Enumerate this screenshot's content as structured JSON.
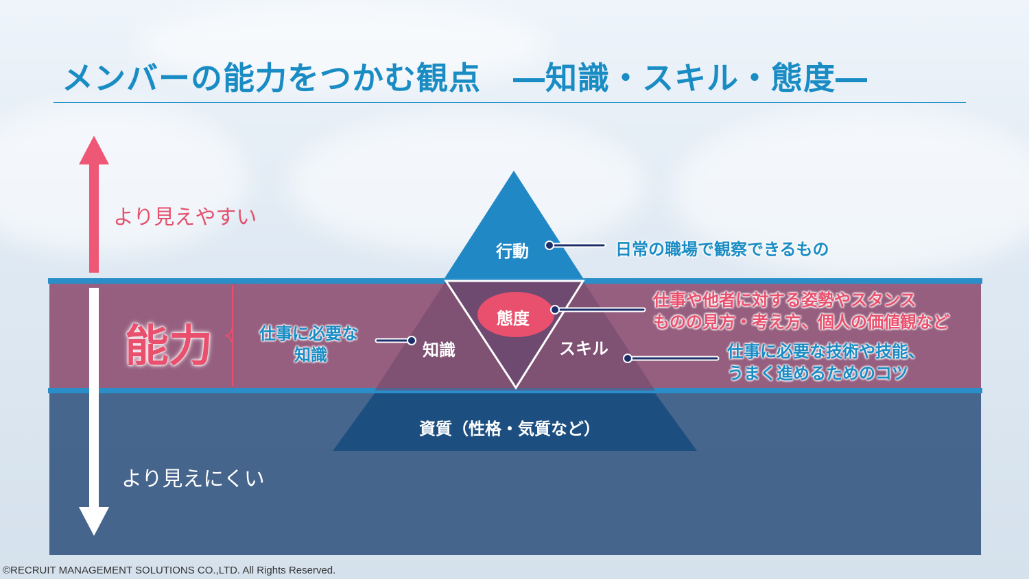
{
  "title": "メンバーの能力をつかむ観点　―知識・スキル・態度―",
  "axis": {
    "top_label": "より見えやすい",
    "bottom_label": "より見えにくい"
  },
  "ability_label": "能力",
  "knowledge_desc": [
    "仕事に必要な",
    "知識"
  ],
  "pyramid": {
    "top": "行動",
    "attitude": "態度",
    "knowledge": "知識",
    "skill": "スキル",
    "base": "資質（性格・気質など）"
  },
  "callouts": {
    "behavior": "日常の職場で観察できるもの",
    "attitude": [
      "仕事や他者に対する姿勢やスタンス",
      "ものの見方・考え方、個人の価値観など"
    ],
    "skill": [
      "仕事に必要な技術や技能、",
      "うまく進めるためのコツ"
    ]
  },
  "colors": {
    "title_blue": "#1a8cc4",
    "accent_pink": "#e8506d",
    "ability_band": "#8a486c",
    "lower_band": "#2d507d"
  },
  "footer": "©RECRUIT MANAGEMENT SOLUTIONS CO.,LTD. All Rights Reserved."
}
